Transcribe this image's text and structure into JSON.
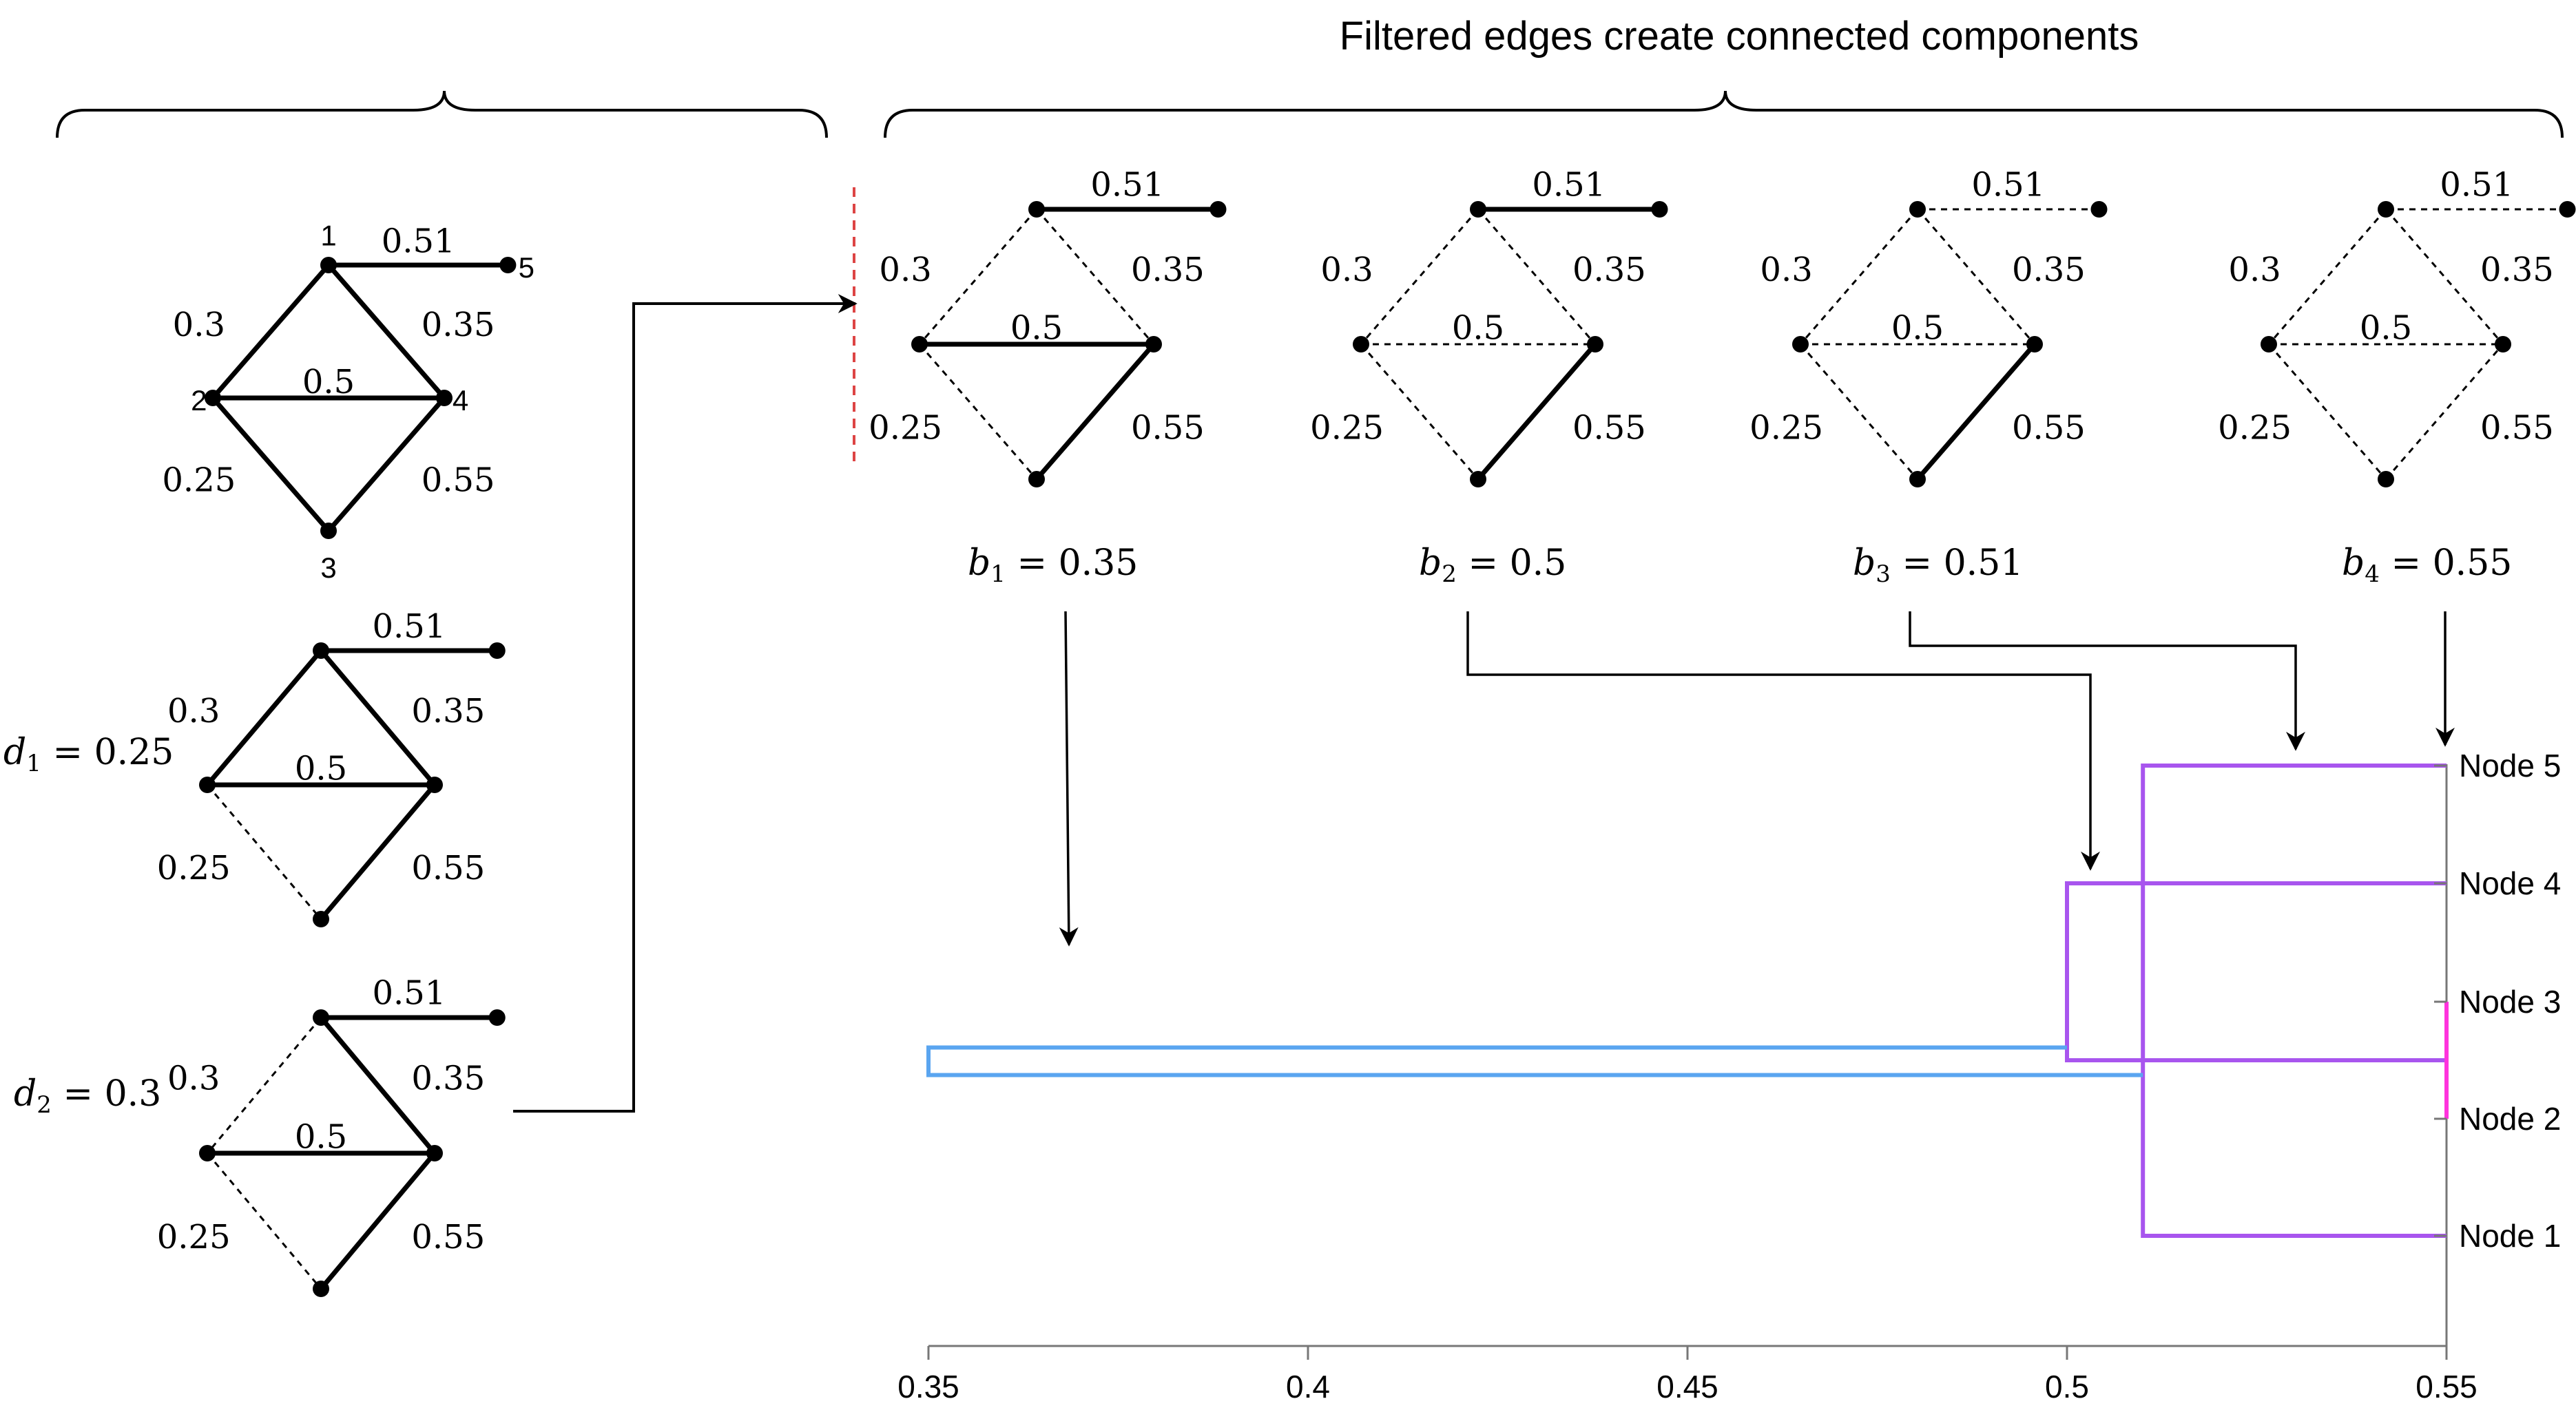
{
  "title": "Filtered edges create connected components",
  "graph": {
    "node_labels": [
      "1",
      "2",
      "3",
      "4",
      "5"
    ],
    "edges": [
      {
        "a": 1,
        "b": 5,
        "w": "0.51"
      },
      {
        "a": 1,
        "b": 2,
        "w": "0.3"
      },
      {
        "a": 1,
        "b": 4,
        "w": "0.35"
      },
      {
        "a": 2,
        "b": 4,
        "w": "0.5"
      },
      {
        "a": 2,
        "b": 3,
        "w": "0.25"
      },
      {
        "a": 3,
        "b": 4,
        "w": "0.55"
      }
    ]
  },
  "threshold_graphs": [
    {
      "var": "d",
      "sub": "1",
      "value": "0.25",
      "dashed": [
        "0.25"
      ]
    },
    {
      "var": "d",
      "sub": "2",
      "value": "0.3",
      "dashed": [
        "0.25",
        "0.3"
      ]
    }
  ],
  "filtration_graphs": [
    {
      "var": "b",
      "sub": "1",
      "value": "0.35",
      "dashed": [
        "0.25",
        "0.3",
        "0.35"
      ]
    },
    {
      "var": "b",
      "sub": "2",
      "value": "0.5",
      "dashed": [
        "0.25",
        "0.3",
        "0.35",
        "0.5"
      ]
    },
    {
      "var": "b",
      "sub": "3",
      "value": "0.51",
      "dashed": [
        "0.25",
        "0.3",
        "0.35",
        "0.5",
        "0.51"
      ]
    },
    {
      "var": "b",
      "sub": "4",
      "value": "0.55",
      "dashed": [
        "0.25",
        "0.3",
        "0.35",
        "0.5",
        "0.51",
        "0.55"
      ]
    }
  ],
  "chart_data": {
    "type": "dendrogram",
    "orientation": "horizontal",
    "x_ticks": [
      "0.35",
      "0.4",
      "0.45",
      "0.5",
      "0.55"
    ],
    "xlim": [
      0.35,
      0.55
    ],
    "leaves": [
      "Node 5",
      "Node 4",
      "Node 3",
      "Node 2",
      "Node 1"
    ],
    "merges": [
      {
        "left": "Node 3",
        "right": "Node 2",
        "height": 0.55,
        "color": "#ff33dd"
      },
      {
        "left": "Node 4",
        "right": "Node 3 + Node 2",
        "height": 0.5,
        "color": "#a855ee"
      },
      {
        "left": "Node 5",
        "right": "Node 1",
        "height": 0.51,
        "color": "#a855ee"
      },
      {
        "left": "Node 4 + Node 3 + Node 2",
        "right": "Node 5 + Node 1",
        "height": 0.35,
        "color": "#5aa5f0"
      }
    ],
    "colors": {
      "link": "#a855ee",
      "leaf_pair": "#ff33dd",
      "root": "#5aa5f0"
    }
  }
}
